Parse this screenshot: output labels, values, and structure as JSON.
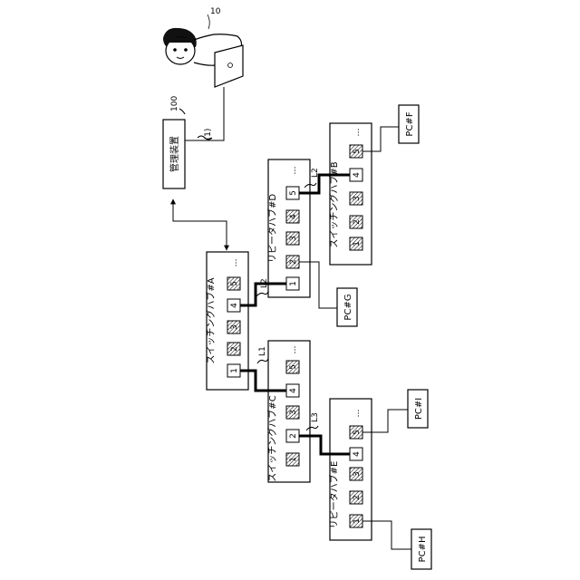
{
  "figure": {
    "user_ref": "10",
    "mgmt": {
      "label": "管理装置",
      "ref": "100",
      "link_label": "(1)"
    },
    "switch_a": {
      "label": "スイッチングハブ#A",
      "ports": [
        "1",
        "2",
        "3",
        "4",
        "5",
        "…"
      ]
    },
    "switch_b": {
      "label": "スイッチングハブ#B",
      "ports": [
        "1",
        "2",
        "3",
        "4",
        "5",
        "…"
      ]
    },
    "switch_c": {
      "label": "スイッチングハブ#C",
      "ports": [
        "1",
        "2",
        "3",
        "4",
        "5",
        "…"
      ]
    },
    "repeater_d": {
      "label": "リピータハブ#D",
      "ports": [
        "1",
        "2",
        "3",
        "4",
        "5",
        "…"
      ]
    },
    "repeater_e": {
      "label": "リピータハブ#E",
      "ports": [
        "1",
        "2",
        "3",
        "4",
        "5",
        "…"
      ]
    },
    "links": {
      "l1": "L1",
      "l2a": "L2",
      "l2b": "L2",
      "l3": "L3"
    },
    "pcs": {
      "f": "PC#F",
      "g": "PC#G",
      "h": "PC#H",
      "i": "PC#I"
    }
  }
}
